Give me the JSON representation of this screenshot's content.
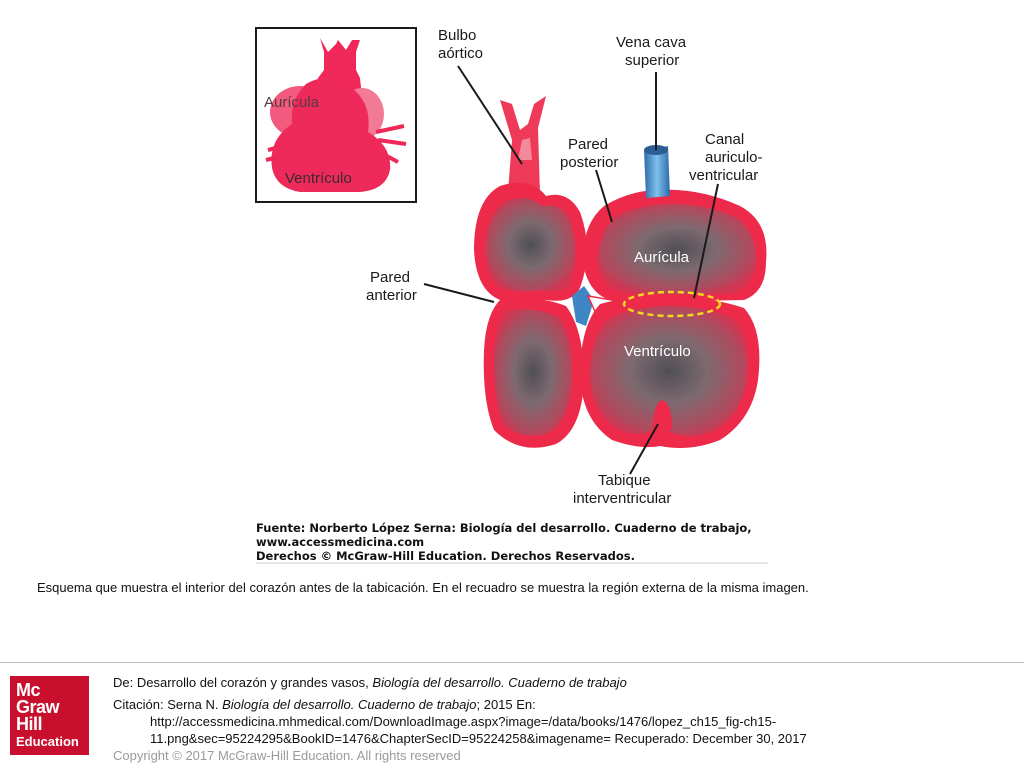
{
  "figure": {
    "inset_labels": {
      "atrium": "Aurícula",
      "ventricle": "Ventrículo"
    },
    "labels": {
      "bulbo": [
        "Bulbo",
        "aórtico"
      ],
      "vena_cava": [
        "Vena cava",
        "superior"
      ],
      "pared_posterior": [
        "Pared",
        "posterior"
      ],
      "canal": [
        "Canal",
        "auriculo-",
        "ventricular"
      ],
      "pared_anterior": [
        "Pared",
        "anterior"
      ],
      "tabique": [
        "Tabique",
        "interventricular"
      ],
      "auricula": "Aurícula",
      "ventriculo": "Ventrículo"
    },
    "source": [
      "Fuente: Norberto López Serna: Biología del desarrollo. Cuaderno de trabajo,",
      "www.accessmedicina.com",
      "Derechos © McGraw-Hill Education. Derechos Reservados."
    ],
    "colors": {
      "heart_red": "#ee2a4a",
      "chamber_gray": "#7a6a6e",
      "vessel_blue": "#3f86c4",
      "canal_yellow": "#f2d820"
    }
  },
  "caption": "Esquema que muestra el interior del corazón antes de la tabicación. En el recuadro se muestra la región externa de la misma imagen.",
  "logo": {
    "line1": "Mc",
    "line2": "Graw",
    "line3": "Hill",
    "line4": "Education"
  },
  "footer": {
    "from_prefix": "De: ",
    "from_text": "Desarrollo del corazón y grandes vasos, ",
    "from_book": "Biología del desarrollo. Cuaderno de trabajo",
    "citation_prefix": "Citación: Serna N. ",
    "citation_book": "Biología del desarrollo. Cuaderno de trabajo",
    "citation_suffix": "; 2015 En:",
    "url_line1": "http://accessmedicina.mhmedical.com/DownloadImage.aspx?image=/data/books/1476/lopez_ch15_fig-ch15-",
    "url_line2": "11.png&sec=95224295&BookID=1476&ChapterSecID=95224258&imagename= Recuperado: December 30, 2017",
    "copyright": "Copyright © 2017 McGraw-Hill Education. All rights reserved"
  }
}
